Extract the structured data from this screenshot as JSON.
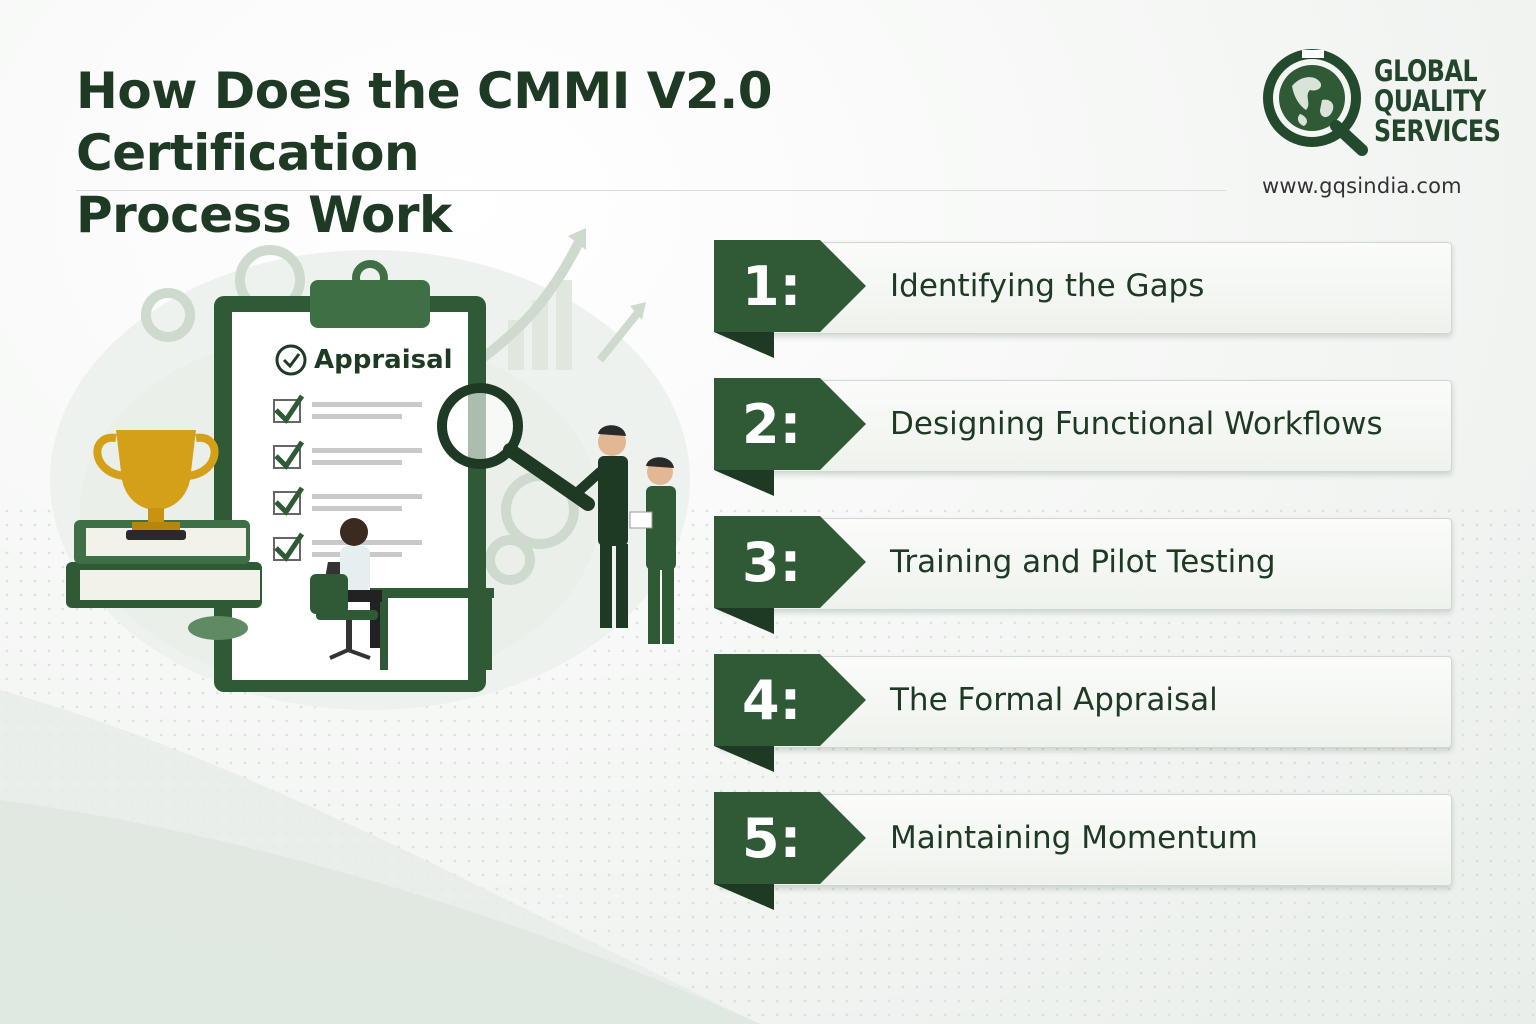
{
  "header": {
    "title_line1": "How Does the CMMI V2.0 Certification",
    "title_line2": "Process Work"
  },
  "logo": {
    "line1": "GLOBAL",
    "line2": "QUALITY",
    "line3": "SERVICES",
    "url": "www.gqsindia.com"
  },
  "illustration": {
    "clipboard_heading": "Appraisal",
    "icons": [
      "trophy-icon",
      "clipboard-icon",
      "magnifier-icon",
      "gear-icon",
      "growth-arrow-icon",
      "checkmark-icon"
    ]
  },
  "steps": [
    {
      "number": "1:",
      "label": "Identifying the Gaps"
    },
    {
      "number": "2:",
      "label": "Designing Functional Workflows"
    },
    {
      "number": "3:",
      "label": "Training and Pilot Testing"
    },
    {
      "number": "4:",
      "label": "The Formal Appraisal"
    },
    {
      "number": "5:",
      "label": "Maintaining Momentum"
    }
  ],
  "colors": {
    "primary_green": "#2f5a35",
    "dark_green": "#1e3a24",
    "gold": "#d4a017",
    "background": "#f4f6f4"
  }
}
